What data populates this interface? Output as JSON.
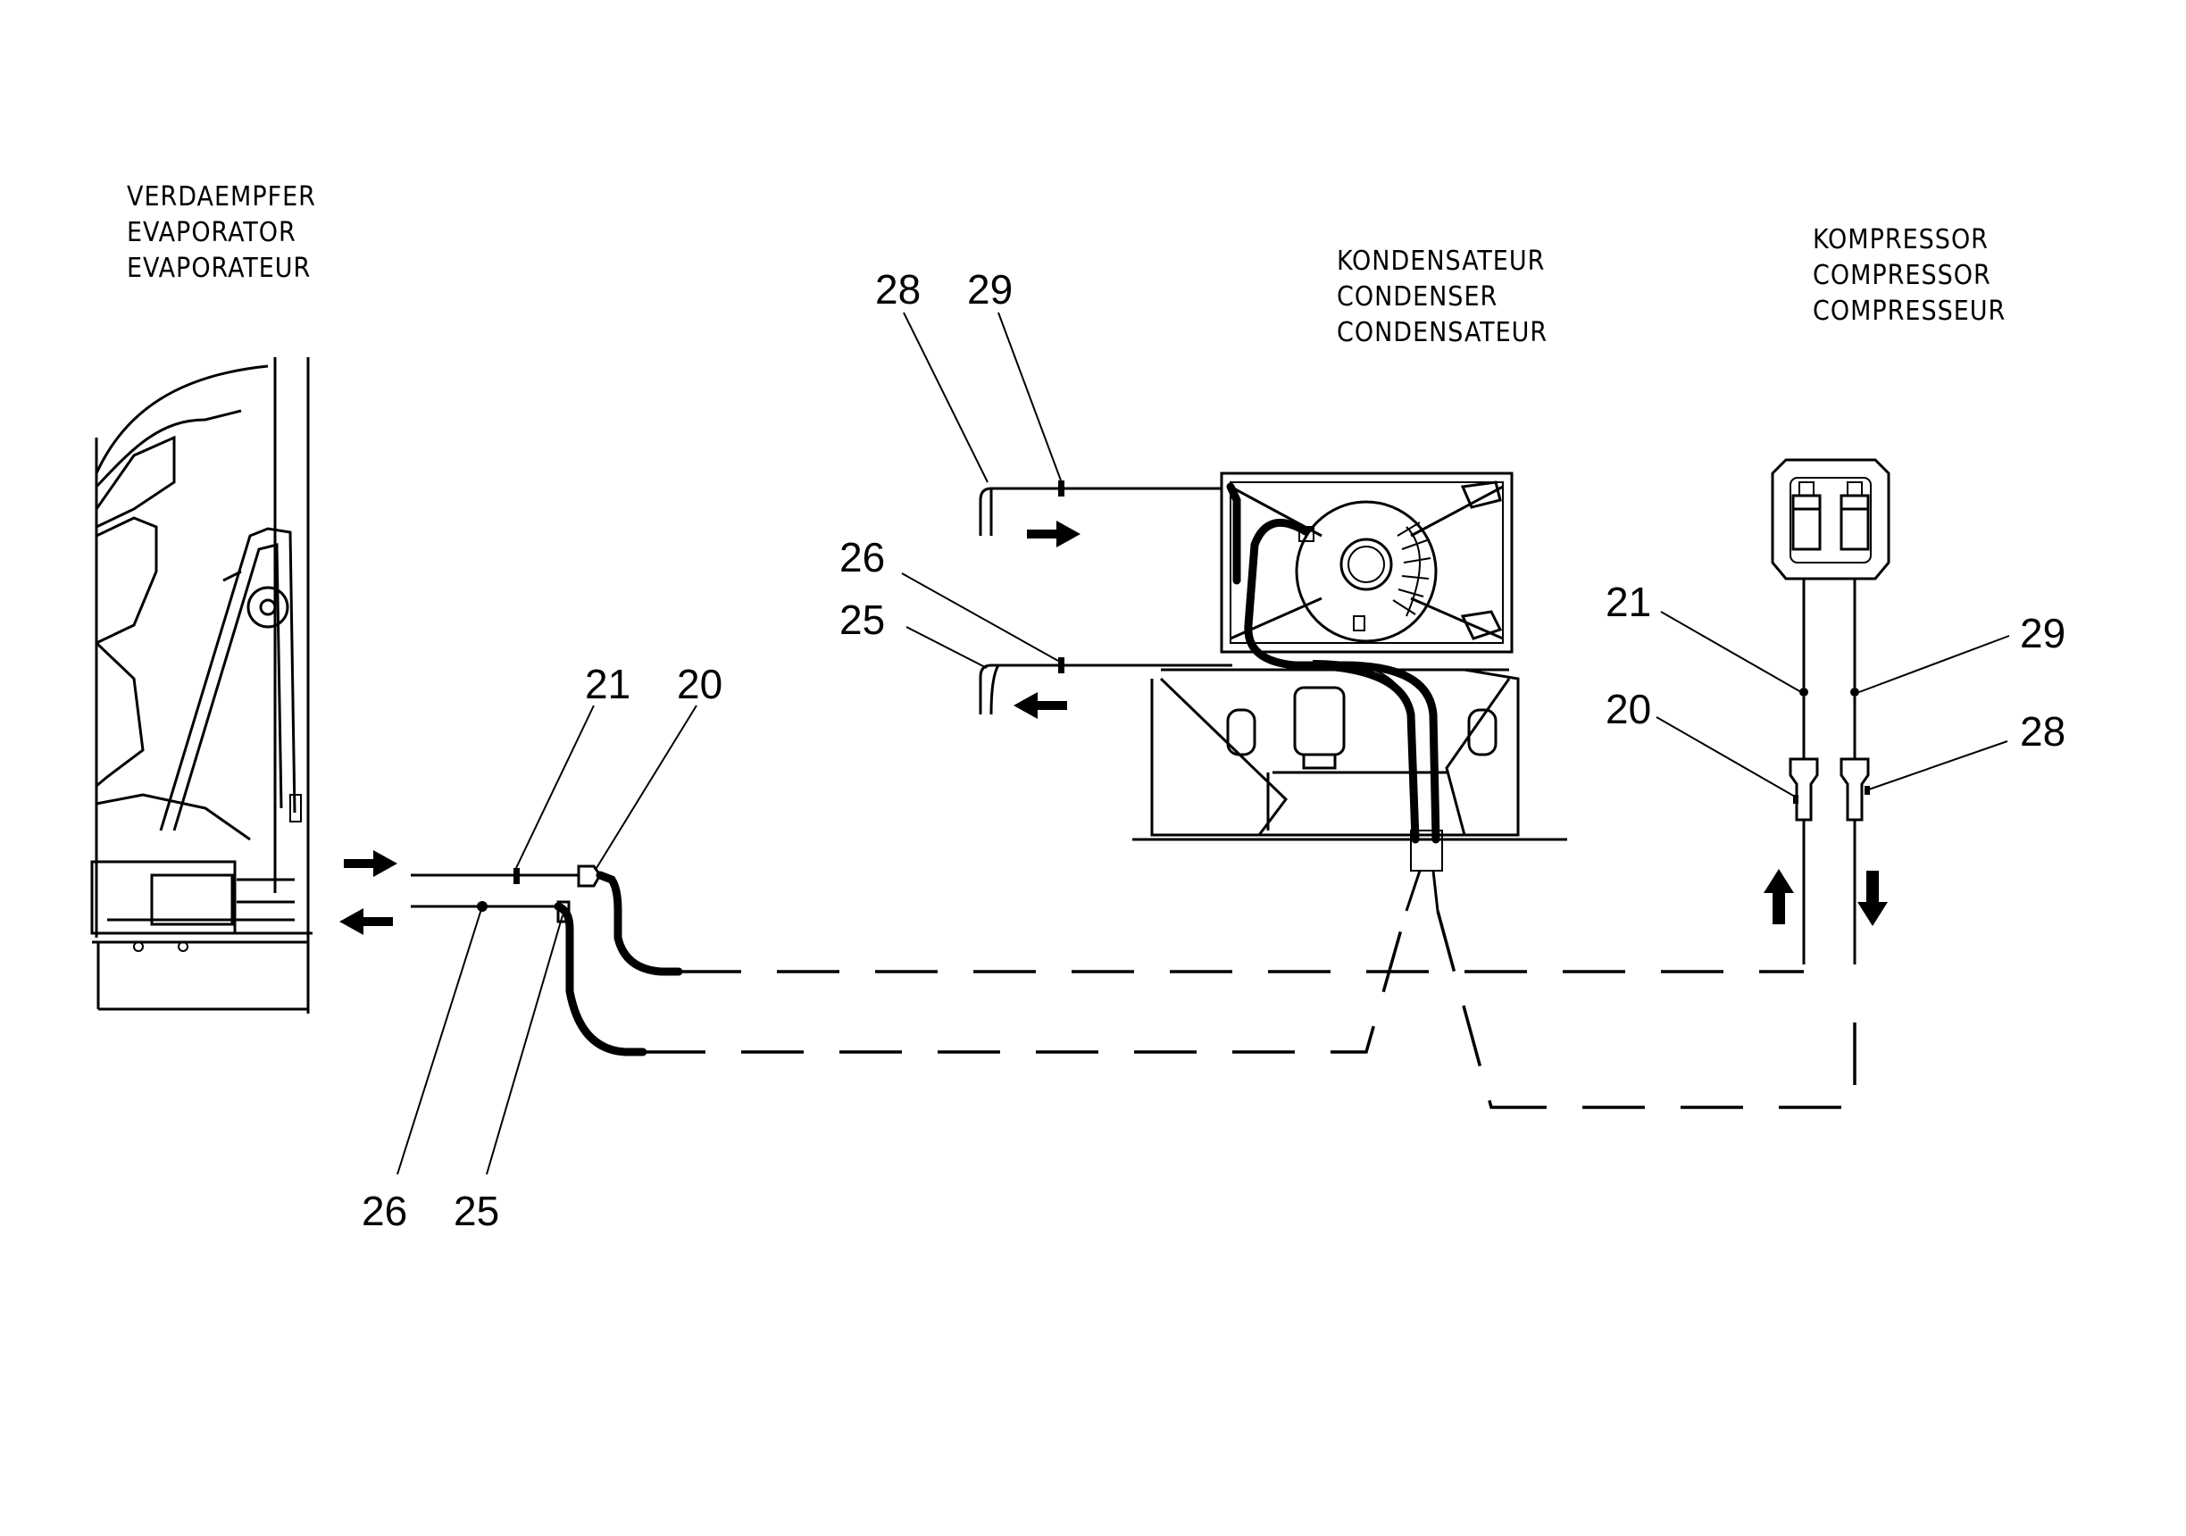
{
  "labels": {
    "evaporator": [
      "VERDAEMPFER",
      "EVAPORATOR",
      "EVAPORATEUR"
    ],
    "condenser": [
      "KONDENSATEUR",
      "CONDENSER",
      "CONDENSATEUR"
    ],
    "compressor": [
      "KOMPRESSOR",
      "COMPRESSOR",
      "COMPRESSEUR"
    ]
  },
  "callouts": {
    "cond_28": "28",
    "cond_29": "29",
    "cond_26": "26",
    "cond_25": "25",
    "evap_21": "21",
    "evap_20": "20",
    "evap_26": "26",
    "evap_25": "25",
    "comp_21": "21",
    "comp_20": "20",
    "comp_29": "29",
    "comp_28": "28"
  }
}
